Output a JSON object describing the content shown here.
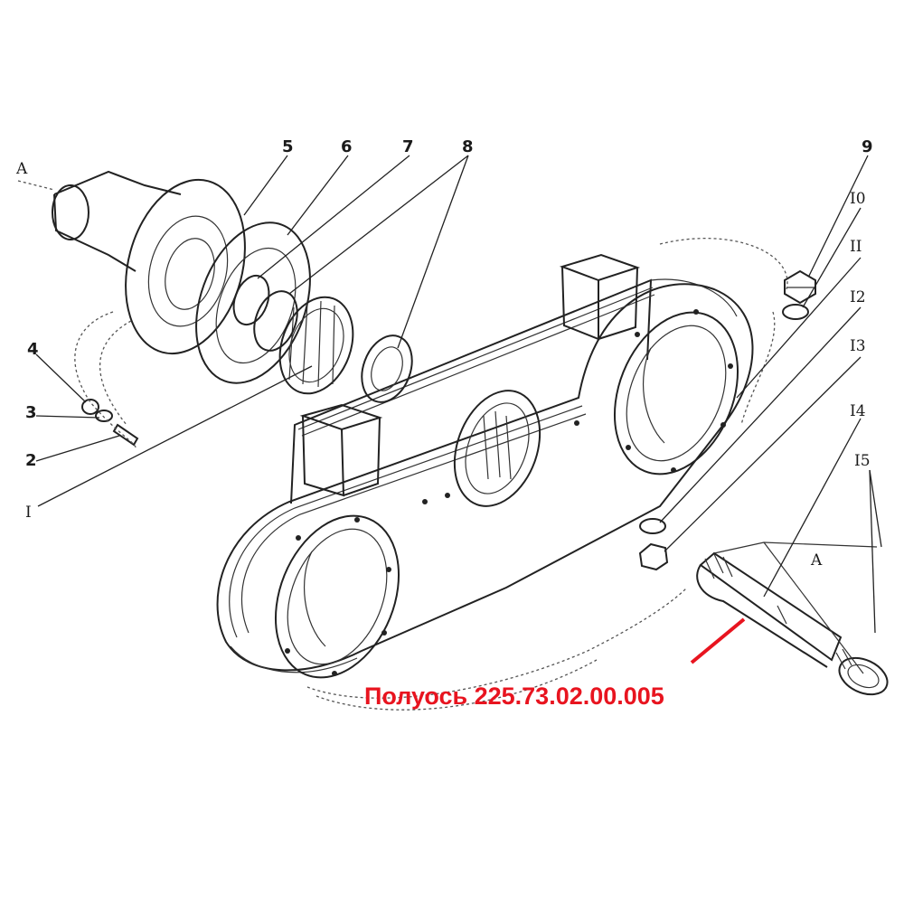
{
  "diagram": {
    "callouts": {
      "l1": "I",
      "l2": "2",
      "l3": "3",
      "l4": "4",
      "l5": "5",
      "l6": "6",
      "l7": "7",
      "l8": "8",
      "l9": "9",
      "l10": "I0",
      "l11": "II",
      "l12": "I2",
      "l13": "I3",
      "l14": "I4",
      "l15": "I5"
    },
    "marks": {
      "a_left": "A",
      "a_right": "A"
    },
    "caption": "Полуось 225.73.02.00.005",
    "colors": {
      "line": "#222222",
      "highlight": "#e8141f",
      "background": "#ffffff"
    }
  }
}
